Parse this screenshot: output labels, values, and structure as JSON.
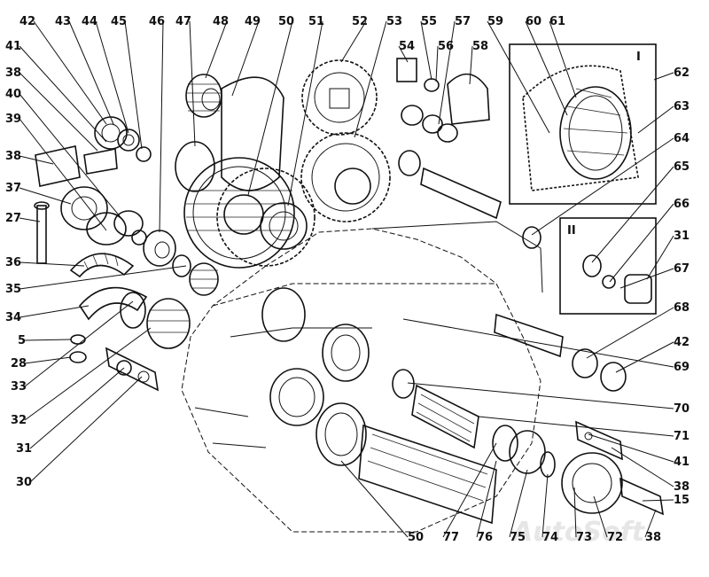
{
  "watermark": "AutoSoft",
  "insets": {
    "I": "I",
    "II": "II"
  },
  "callouts": [
    {
      "id": "c42a",
      "text": "42"
    },
    {
      "id": "c43",
      "text": "43"
    },
    {
      "id": "c44",
      "text": "44"
    },
    {
      "id": "c45",
      "text": "45"
    },
    {
      "id": "c46",
      "text": "46"
    },
    {
      "id": "c47",
      "text": "47"
    },
    {
      "id": "c48",
      "text": "48"
    },
    {
      "id": "c49",
      "text": "49"
    },
    {
      "id": "c50a",
      "text": "50"
    },
    {
      "id": "c51",
      "text": "51"
    },
    {
      "id": "c52",
      "text": "52"
    },
    {
      "id": "c53",
      "text": "53"
    },
    {
      "id": "c54",
      "text": "54"
    },
    {
      "id": "c55",
      "text": "55"
    },
    {
      "id": "c56",
      "text": "56"
    },
    {
      "id": "c57",
      "text": "57"
    },
    {
      "id": "c58",
      "text": "58"
    },
    {
      "id": "c59",
      "text": "59"
    },
    {
      "id": "c60",
      "text": "60"
    },
    {
      "id": "c61",
      "text": "61"
    },
    {
      "id": "c62",
      "text": "62"
    },
    {
      "id": "c63",
      "text": "63"
    },
    {
      "id": "c64",
      "text": "64"
    },
    {
      "id": "c65",
      "text": "65"
    },
    {
      "id": "c66",
      "text": "66"
    },
    {
      "id": "c31a",
      "text": "31"
    },
    {
      "id": "c67",
      "text": "67"
    },
    {
      "id": "c68",
      "text": "68"
    },
    {
      "id": "c42b",
      "text": "42"
    },
    {
      "id": "c69",
      "text": "69"
    },
    {
      "id": "c70",
      "text": "70"
    },
    {
      "id": "c71",
      "text": "71"
    },
    {
      "id": "c41b",
      "text": "41"
    },
    {
      "id": "c38b",
      "text": "38"
    },
    {
      "id": "c15",
      "text": "15"
    },
    {
      "id": "c38c",
      "text": "38"
    },
    {
      "id": "c72",
      "text": "72"
    },
    {
      "id": "c73",
      "text": "73"
    },
    {
      "id": "c74",
      "text": "74"
    },
    {
      "id": "c75",
      "text": "75"
    },
    {
      "id": "c76",
      "text": "76"
    },
    {
      "id": "c77",
      "text": "77"
    },
    {
      "id": "c50b",
      "text": "50"
    },
    {
      "id": "c41a",
      "text": "41"
    },
    {
      "id": "c38a",
      "text": "38"
    },
    {
      "id": "c40",
      "text": "40"
    },
    {
      "id": "c39",
      "text": "39"
    },
    {
      "id": "c38d",
      "text": "38"
    },
    {
      "id": "c37",
      "text": "37"
    },
    {
      "id": "c27",
      "text": "27"
    },
    {
      "id": "c36",
      "text": "36"
    },
    {
      "id": "c35",
      "text": "35"
    },
    {
      "id": "c34",
      "text": "34"
    },
    {
      "id": "c5",
      "text": "5"
    },
    {
      "id": "c28",
      "text": "28"
    },
    {
      "id": "c33",
      "text": "33"
    },
    {
      "id": "c32",
      "text": "32"
    },
    {
      "id": "c31b",
      "text": "31"
    },
    {
      "id": "c30",
      "text": "30"
    }
  ]
}
